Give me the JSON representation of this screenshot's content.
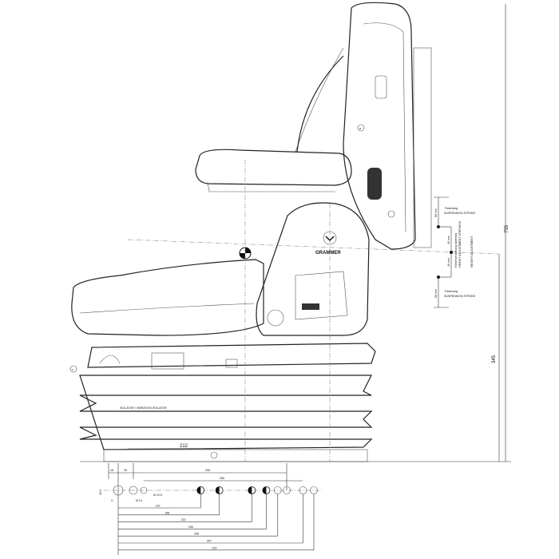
{
  "drawing": {
    "brand": "GRAMMER",
    "overall_height": "755",
    "seat_height": "345",
    "seat_reference_offset": "212",
    "suspension_upper": {
      "stroke": "50 mm",
      "label": "Federweg",
      "label_en": "SUSPENSION STROKE"
    },
    "suspension_lower": {
      "stroke": "50 mm",
      "label": "Federweg",
      "label_en": "SUSPENSION STROKE"
    },
    "height_adjust": {
      "up": "40 mm",
      "down": "40 mm",
      "label": "Höhenverstellung stufenlos",
      "label_en": "HEIGHT ADJUSTMENT STEPLESS",
      "weight_label": "WEIGHT ADJUSTMENT"
    },
    "bellows_note": "ISOLATOR / VIBRATION ISOLATOR",
    "callouts": [
      "a",
      "c"
    ]
  },
  "hole_pattern": {
    "top_dims": [
      "16",
      "25",
      "255",
      "265"
    ],
    "slot_height": "10.5",
    "slot_offset": "3",
    "hole_dia_1": "Ø 14",
    "hole_dia_2": "Ø 10.5",
    "bottom_dims": [
      "137",
      "168",
      "222",
      "246",
      "265",
      "307",
      "325"
    ]
  }
}
